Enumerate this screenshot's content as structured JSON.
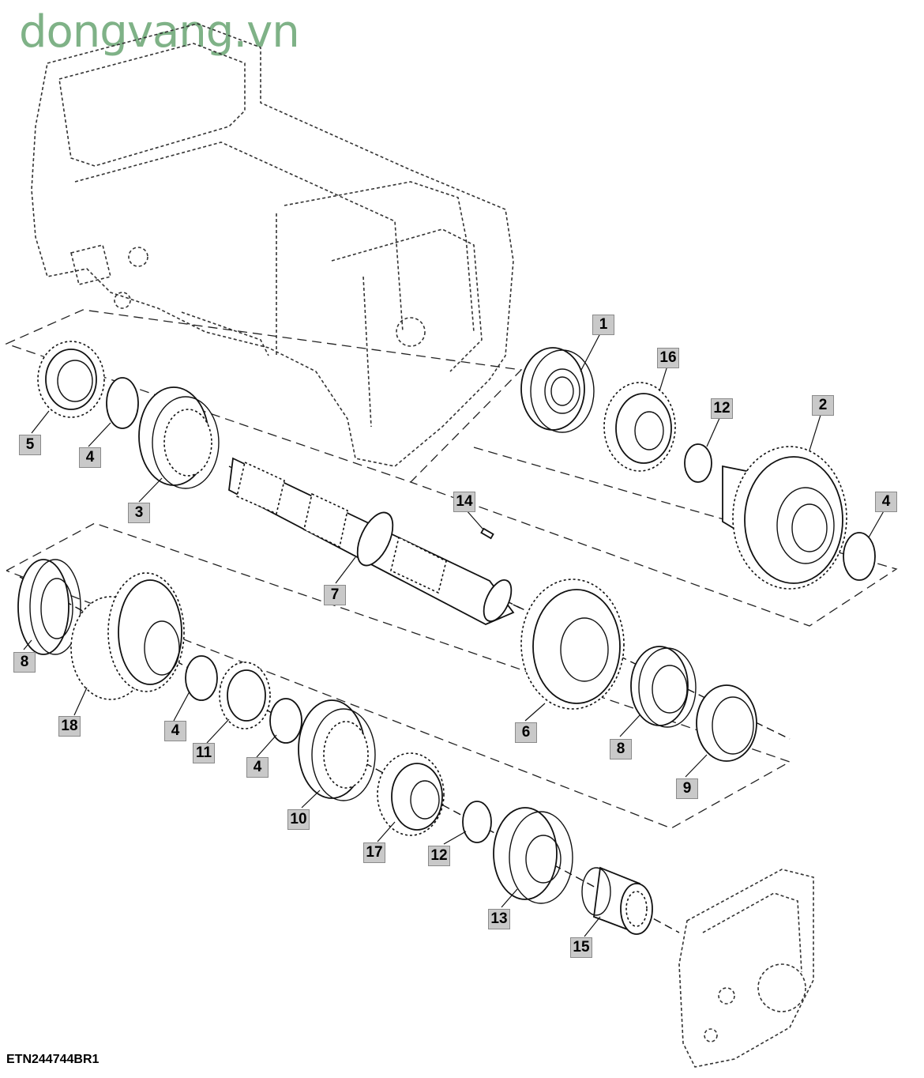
{
  "watermark": "dongvang.vn",
  "reference_code": "ETN244744BR1",
  "callouts": {
    "c1": "1",
    "c2": "2",
    "c3": "3",
    "c4a": "4",
    "c4b": "4",
    "c4c": "4",
    "c4d": "4",
    "c5": "5",
    "c6": "6",
    "c7": "7",
    "c8a": "8",
    "c8b": "8",
    "c9": "9",
    "c10": "10",
    "c11": "11",
    "c12a": "12",
    "c12b": "12",
    "c13": "13",
    "c14": "14",
    "c15": "15",
    "c16": "16",
    "c17": "17",
    "c18": "18"
  }
}
